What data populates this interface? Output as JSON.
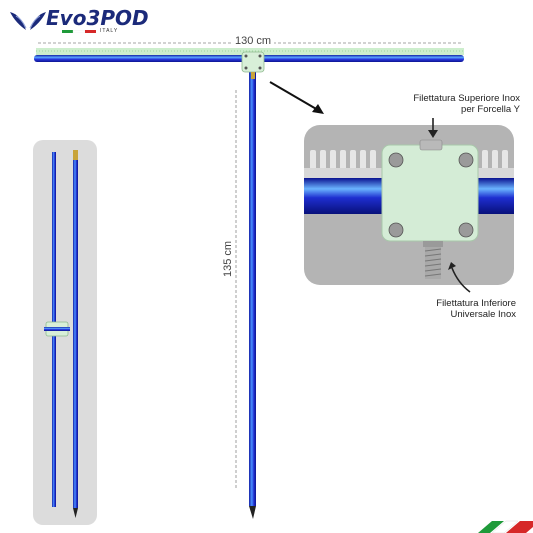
{
  "brand": {
    "name": "Evo3POD",
    "sub": "ITALY"
  },
  "dimensions": {
    "width_label": "130 cm",
    "height_label": "135 cm"
  },
  "callouts": {
    "top": "Filettatura Superiore Inox per Forcella Y",
    "bottom": "Filettatura Inferiore Universale Inox"
  },
  "colors": {
    "pole_blue": "#2030d0",
    "pole_highlight": "#5aa8ff",
    "connector": "#d8efd8",
    "brand_navy": "#1b2a7a",
    "italy_green": "#1f9a3a",
    "italy_red": "#d62828"
  }
}
